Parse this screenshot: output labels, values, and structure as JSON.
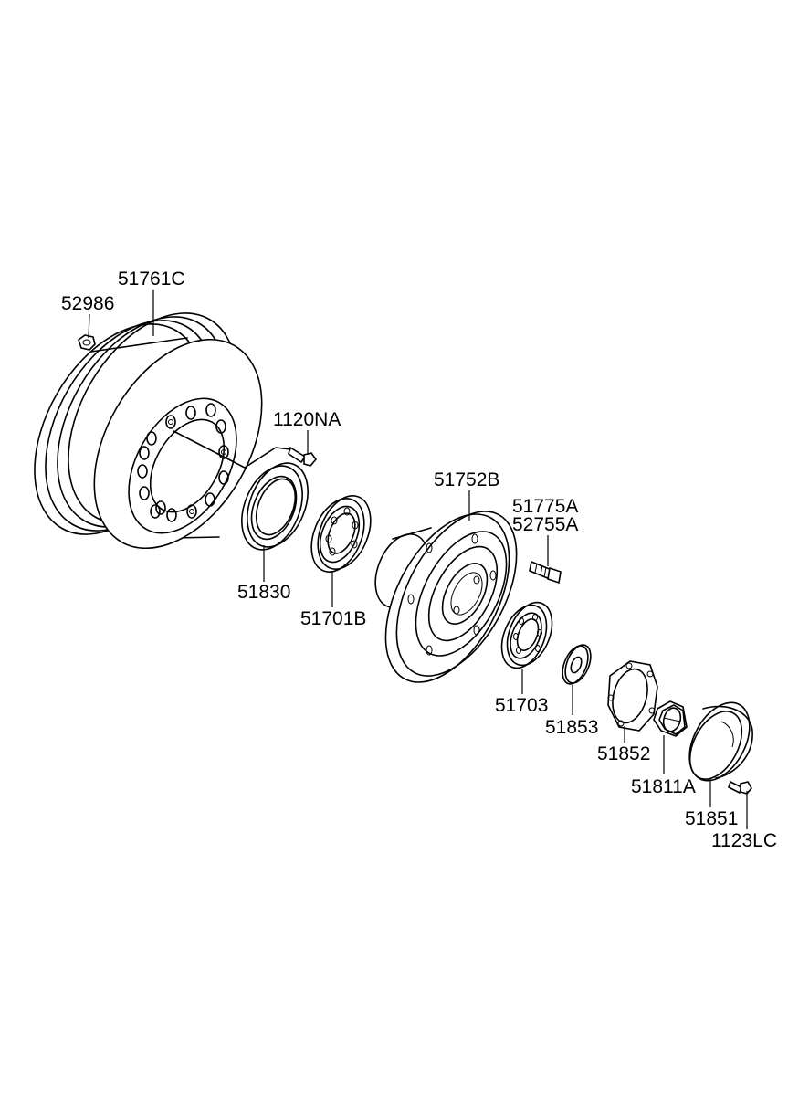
{
  "labels": {
    "p52986": "52986",
    "p51761C": "51761C",
    "p1120NA": "1120NA",
    "p51830": "51830",
    "p51701B": "51701B",
    "p51752B": "51752B",
    "p51775A": "51775A",
    "p52755A": "52755A",
    "p51703": "51703",
    "p51853": "51853",
    "p51852": "51852",
    "p51811A": "51811A",
    "p51851": "51851",
    "p1123LC": "1123LC"
  }
}
